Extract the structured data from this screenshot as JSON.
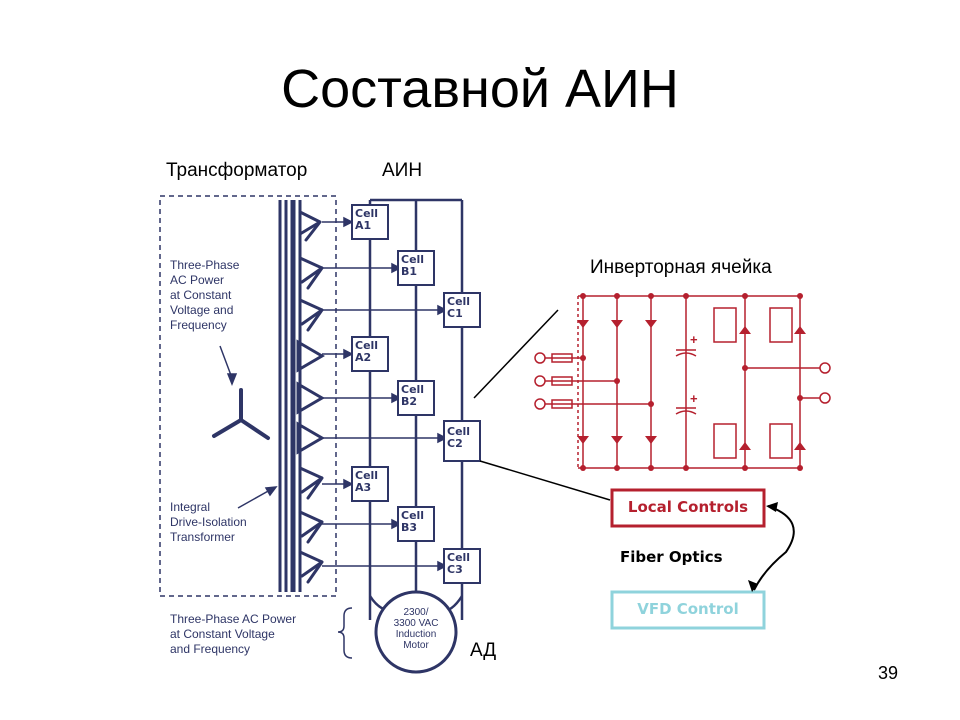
{
  "title": "Составной АИН",
  "page_number": "39",
  "labels": {
    "transformer": "Трансформатор",
    "inverter": "АИН",
    "inverter_cell": "Инверторная ячейка",
    "motor_ad": "АД"
  },
  "diagram": {
    "three_phase_input": [
      "Three-Phase",
      "AC Power",
      "at Constant",
      "Voltage and",
      "Frequency"
    ],
    "transformer_caption": [
      "Integral",
      "Drive-Isolation",
      "Transformer"
    ],
    "output_caption": [
      "Three-Phase AC Power",
      "at Constant Voltage",
      "and Frequency"
    ],
    "motor": [
      "2300/",
      "3300 VAC",
      "Induction",
      "Motor"
    ],
    "cells": [
      {
        "top": "Cell",
        "bottom": "A1"
      },
      {
        "top": "Cell",
        "bottom": "B1"
      },
      {
        "top": "Cell",
        "bottom": "C1"
      },
      {
        "top": "Cell",
        "bottom": "A2"
      },
      {
        "top": "Cell",
        "bottom": "B2"
      },
      {
        "top": "Cell",
        "bottom": "C2"
      },
      {
        "top": "Cell",
        "bottom": "A3"
      },
      {
        "top": "Cell",
        "bottom": "B3"
      },
      {
        "top": "Cell",
        "bottom": "C3"
      }
    ],
    "local_controls": "Local Controls",
    "fiber_optics": "Fiber Optics",
    "vfd_control": "VFD Control"
  },
  "colors": {
    "circuit": "#b5202e",
    "schematic": "#2e3566",
    "vfd_border": "#8fd3dc",
    "vfd_text": "#8fd3dc"
  }
}
